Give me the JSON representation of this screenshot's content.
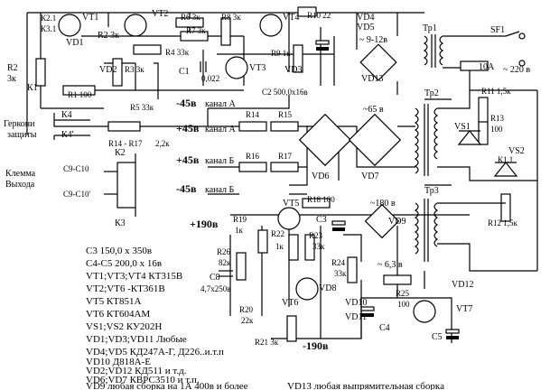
{
  "components": {
    "r2": "R2",
    "r2_val": "3к",
    "k2_1": "К2.1",
    "k3_1": "К3.1",
    "vt1": "VT1",
    "vd1": "VD1",
    "vt2": "VT2",
    "r2b": "R2 3к",
    "r6": "R6 3к",
    "r7": "R7 3к",
    "r8": "R8 3к",
    "r4": "R4 33к",
    "vt4": "VT4",
    "r10": "R10 22",
    "vd4": "VD4",
    "vd5": "VD5",
    "v912": "~ 9-12в",
    "tp1": "Тр1",
    "sf1": "SF1",
    "vd2": "VD2",
    "r3": "R3 3к",
    "c1": "C1",
    "c1v": "0,022",
    "vt3": "VT3",
    "r9": "R9 1к",
    "vd3": "VD3",
    "vd13": "VD13",
    "i10a": "10А",
    "v220": "~ 220 в",
    "k1": "К1",
    "r1": "R1 100",
    "c2": "C2 500,0x16в",
    "tp2": "Тр2",
    "r11": "R11 1,5к",
    "r5": "R5 33к",
    "k4": "К4",
    "k4p": "К4'",
    "gerk1": "Геркони",
    "gerk2": "защиты",
    "r13": "R13",
    "r13v": "100",
    "vs1": "VS1",
    "vs2": "VS2",
    "r14": "R14",
    "r15": "R15",
    "r14r17": "R14 - R17",
    "r1417v": "2,2к",
    "v65": "~65 в",
    "k11": "К1.1",
    "klem1": "Клемма",
    "klem2": "Выхода",
    "c9c10a": "C9-C10",
    "c9c10b": "C9-C10'",
    "k2": "К2",
    "k3": "К3",
    "r16": "R16",
    "r17": "R17",
    "vd6": "VD6",
    "vd7": "VD7",
    "tp3": "Тр3",
    "r12": "R12 1,5к",
    "vt5": "VT5",
    "r18": "R18 100",
    "v180": "~180 в",
    "r19": "R19",
    "r19v": "1к",
    "r22": "R22",
    "r22v": "1к",
    "c3": "C3",
    "r23": "R23",
    "r23v": "33к",
    "vd9": "VD9",
    "r26": "R26",
    "r26v": "82к",
    "r24": "R24",
    "r24v": "33к",
    "v63": "~ 6,3 в",
    "c8": "C8",
    "c8v": "4,7x250в",
    "vt6": "VT6",
    "vd8": "VD8",
    "vd10": "VD10",
    "vd11": "VD11",
    "r25": "R25",
    "r25v": "100",
    "c4": "C4",
    "c5": "C5",
    "vt7": "VT7",
    "vd12": "VD12",
    "r20": "R20",
    "r20v": "22к",
    "r21": "R21 3к"
  },
  "voltages": {
    "m45a": "-45в",
    "chA1": "канал А",
    "p45a": "+45в",
    "chA2": "канал А",
    "p45b": "+45в",
    "chB1": "канал Б",
    "m45b": "-45в",
    "chB2": "канал Б",
    "p190": "+190в",
    "m190": "-190в"
  },
  "legend": [
    "C3 150,0 x 350в",
    "C4-C5 200,0 x 16в",
    "VT1;VT3;VT4 КТ315В",
    "VT2;VT6 -КТ361В",
    "VT5 КТ851А",
    "VT6 КТ604АМ",
    "VS1;VS2 КУ202Н",
    "VD1;VD3;VD11 Любые",
    "VD4;VD5  КД247А-Г, Д226..и.т.п",
    "VD10  Д818А-Е",
    "VD2;VD12 КД511 и т.д.",
    "VD6;VD7 КВРС3510 и т.п.",
    "VD9 любая сборка на 1А 400в и более"
  ],
  "legend_extra": "VD13 любая выпрямительная сборка"
}
